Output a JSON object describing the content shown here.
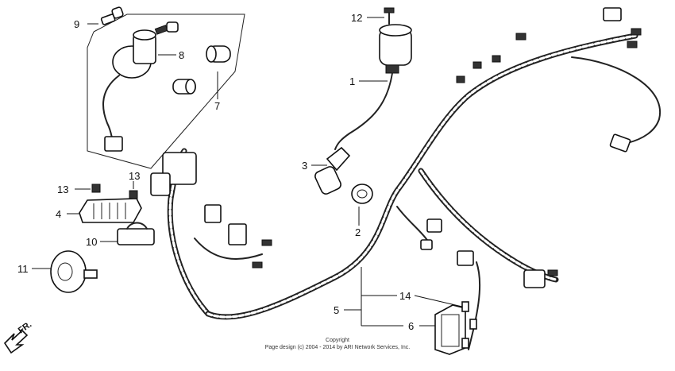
{
  "diagram": {
    "labels": [
      {
        "id": "1",
        "text": "1"
      },
      {
        "id": "2",
        "text": "2"
      },
      {
        "id": "3",
        "text": "3"
      },
      {
        "id": "4",
        "text": "4"
      },
      {
        "id": "5",
        "text": "5"
      },
      {
        "id": "6",
        "text": "6"
      },
      {
        "id": "7",
        "text": "7"
      },
      {
        "id": "8",
        "text": "8"
      },
      {
        "id": "9",
        "text": "9"
      },
      {
        "id": "10",
        "text": "10"
      },
      {
        "id": "11",
        "text": "11"
      },
      {
        "id": "12",
        "text": "12"
      },
      {
        "id": "13a",
        "text": "13"
      },
      {
        "id": "13b",
        "text": "13"
      },
      {
        "id": "14",
        "text": "14"
      }
    ],
    "direction_label": "FR.",
    "copyright_line1": "Copyright",
    "copyright_line2": "Page design (c) 2004 - 2014 by ARI Network Services, Inc."
  }
}
